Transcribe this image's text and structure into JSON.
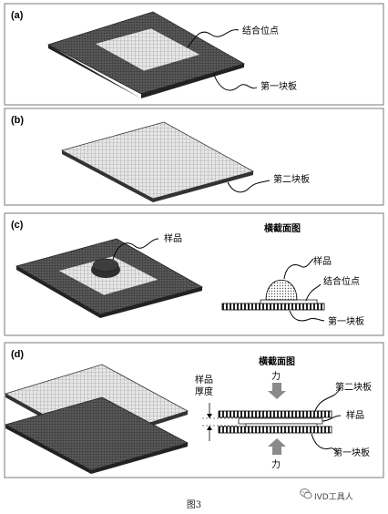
{
  "panels": {
    "a": {
      "label": "(a)",
      "spot_label": "结合位点",
      "plate_label": "第一块板"
    },
    "b": {
      "label": "(b)",
      "plate_label": "第二块板"
    },
    "c": {
      "label": "(c)",
      "sample_label": "样品",
      "section_title": "横截面图",
      "section_sample_label": "样品",
      "section_spot_label": "结合位点",
      "section_plate_label": "第一块板"
    },
    "d": {
      "label": "(d)",
      "section_title": "横截面图",
      "thickness_label_1": "样品",
      "thickness_label_2": "厚度",
      "force_top": "力",
      "force_bottom": "力",
      "plate2_label": "第二块板",
      "sample_label": "样品",
      "plate1_label": "第一块板"
    }
  },
  "figure_caption": "图3",
  "watermark": {
    "text": "IVD工具人",
    "icon": "wechat-icon"
  },
  "colors": {
    "frame": "#7a7a7a",
    "plate_dark": "#3a3a3a",
    "grid": "#9a9a9a",
    "sample": "#2f2f2f",
    "arrow": "#8a8a8a"
  }
}
